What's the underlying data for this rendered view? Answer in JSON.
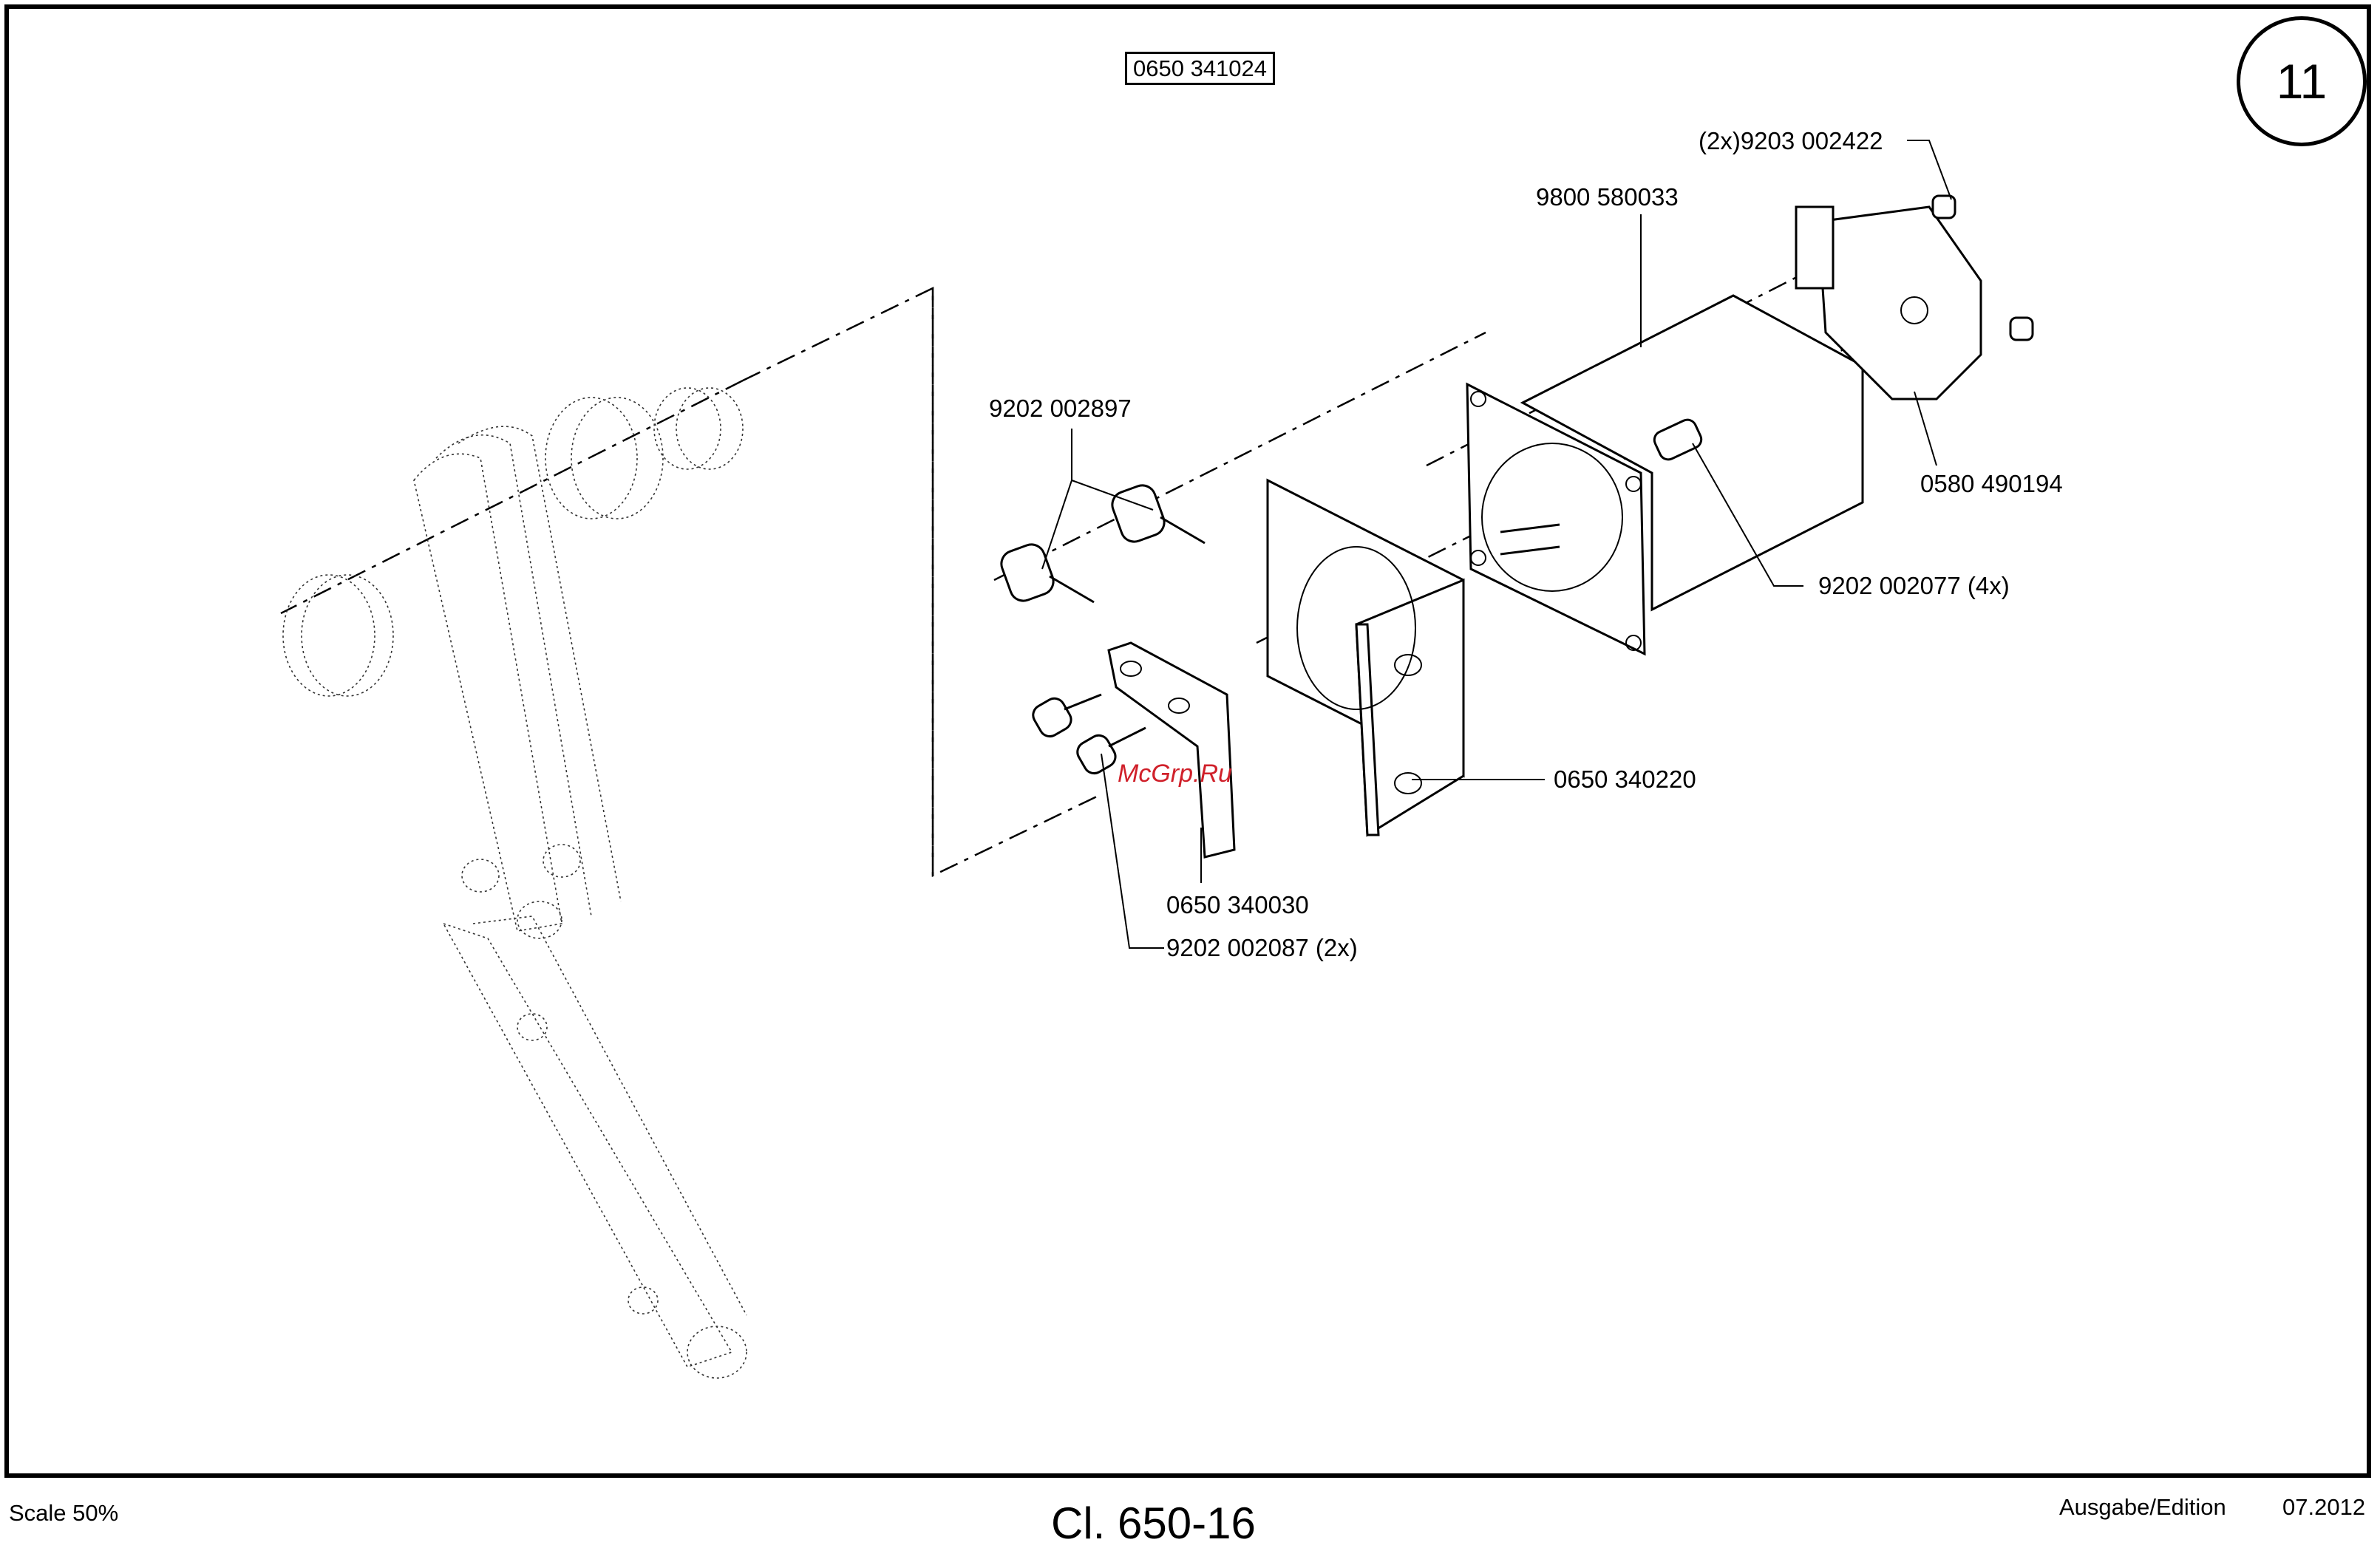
{
  "header": {
    "drawing_number": "0650 341024",
    "sheet_number": "11"
  },
  "parts": {
    "p1": "(2x)9203 002422",
    "p2": "9800 580033",
    "p3": "9202 002897",
    "p4": "0580 490194",
    "p5": "9202 002077",
    "p5_qty": "(4x)",
    "p6": "0650 340220",
    "p7": "0650 340030",
    "p8": "9202 002087",
    "p8_qty": "(2x)"
  },
  "watermark": "McGrp.Ru",
  "footer": {
    "scale": "Scale 50%",
    "title": "Cl. 650-16",
    "edition_label": "Ausgabe/Edition",
    "edition_date": "07.2012"
  }
}
